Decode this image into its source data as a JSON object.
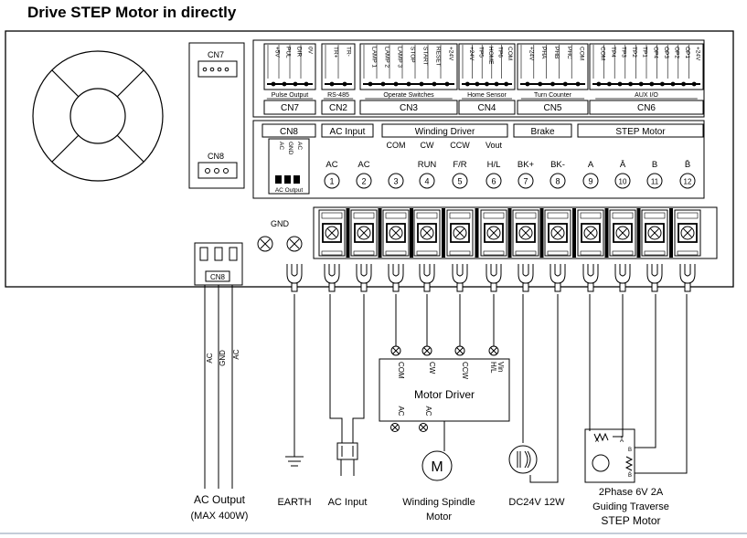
{
  "title": "Drive STEP Motor in directly",
  "connectors_top": [
    {
      "id": "CN7",
      "label": "CN7",
      "caption": "Pulse Output",
      "pins": [
        "+5V",
        "PUL",
        "DIR",
        "0V"
      ]
    },
    {
      "id": "CN2",
      "label": "CN2",
      "caption": "RS-485",
      "pins": [
        "TR+",
        "TR-"
      ]
    },
    {
      "id": "CN3",
      "label": "CN3",
      "caption": "Operate Switches",
      "pins": [
        "LAMP 1",
        "LAMP 2",
        "LAMP 3",
        "STOP",
        "START",
        "RESET",
        "+24V"
      ]
    },
    {
      "id": "CN4",
      "label": "CN4",
      "caption": "Home Sensor",
      "pins": [
        "+24V",
        "TP5",
        "HOME",
        "TP6",
        "COM"
      ]
    },
    {
      "id": "CN5",
      "label": "CN5",
      "caption": "Turn Counter",
      "pins": [
        "+24V",
        "PHA",
        "PHB",
        "PHC",
        "COM"
      ]
    },
    {
      "id": "CN6",
      "label": "CN6",
      "caption": "AUX I/O",
      "pins": [
        "COM",
        "TP4",
        "TP3",
        "TP2",
        "TP1",
        "OP4",
        "OP3",
        "OP2",
        "OP1",
        "+24V"
      ]
    }
  ],
  "left_panel": {
    "cn7": "CN7",
    "cn8": "CN8"
  },
  "cn8_box": {
    "label": "CN8",
    "pins": [
      "AC",
      "GND",
      "AC"
    ],
    "caption": "AC Output"
  },
  "groups": [
    {
      "id": "ac",
      "label": "AC Input"
    },
    {
      "id": "winding",
      "label": "Winding Driver"
    },
    {
      "id": "brake",
      "label": "Brake"
    },
    {
      "id": "step",
      "label": "STEP Motor"
    }
  ],
  "terminals": [
    {
      "n": "1",
      "label": "AC",
      "top": ""
    },
    {
      "n": "2",
      "label": "AC",
      "top": ""
    },
    {
      "n": "3",
      "label": "",
      "top": "COM"
    },
    {
      "n": "4",
      "label": "RUN",
      "top": "CW"
    },
    {
      "n": "5",
      "label": "F/R",
      "top": "CCW"
    },
    {
      "n": "6",
      "label": "H/L",
      "top": "Vout"
    },
    {
      "n": "7",
      "label": "BK+",
      "top": ""
    },
    {
      "n": "8",
      "label": "BK-",
      "top": ""
    },
    {
      "n": "9",
      "label": "A",
      "top": ""
    },
    {
      "n": "10",
      "label": "Ā",
      "top": ""
    },
    {
      "n": "11",
      "label": "B",
      "top": ""
    },
    {
      "n": "12",
      "label": "B̄",
      "top": ""
    }
  ],
  "gnd_label": "GND",
  "cn8_plug": {
    "label": "CN8",
    "wires": [
      "AC",
      "GND",
      "AC"
    ]
  },
  "motor_driver": {
    "label": "Motor Driver",
    "inputs": [
      "COM",
      "CW",
      "CCW",
      "H/L Vin"
    ],
    "ac": [
      "AC",
      "AC"
    ]
  },
  "motor_symbol": "M",
  "captions": {
    "ac_output": "AC Output",
    "ac_output_sub": "(MAX 400W)",
    "earth": "EARTH",
    "ac_input": "AC Input",
    "spindle_1": "Winding Spindle",
    "spindle_2": "Motor",
    "brake": "DC24V 12W",
    "step_1": "2Phase 6V 2A",
    "step_2": "Guiding Traverse",
    "step_3": "STEP Motor"
  },
  "step_motor_pins": [
    "A",
    "Ā",
    "B",
    "B̄"
  ]
}
